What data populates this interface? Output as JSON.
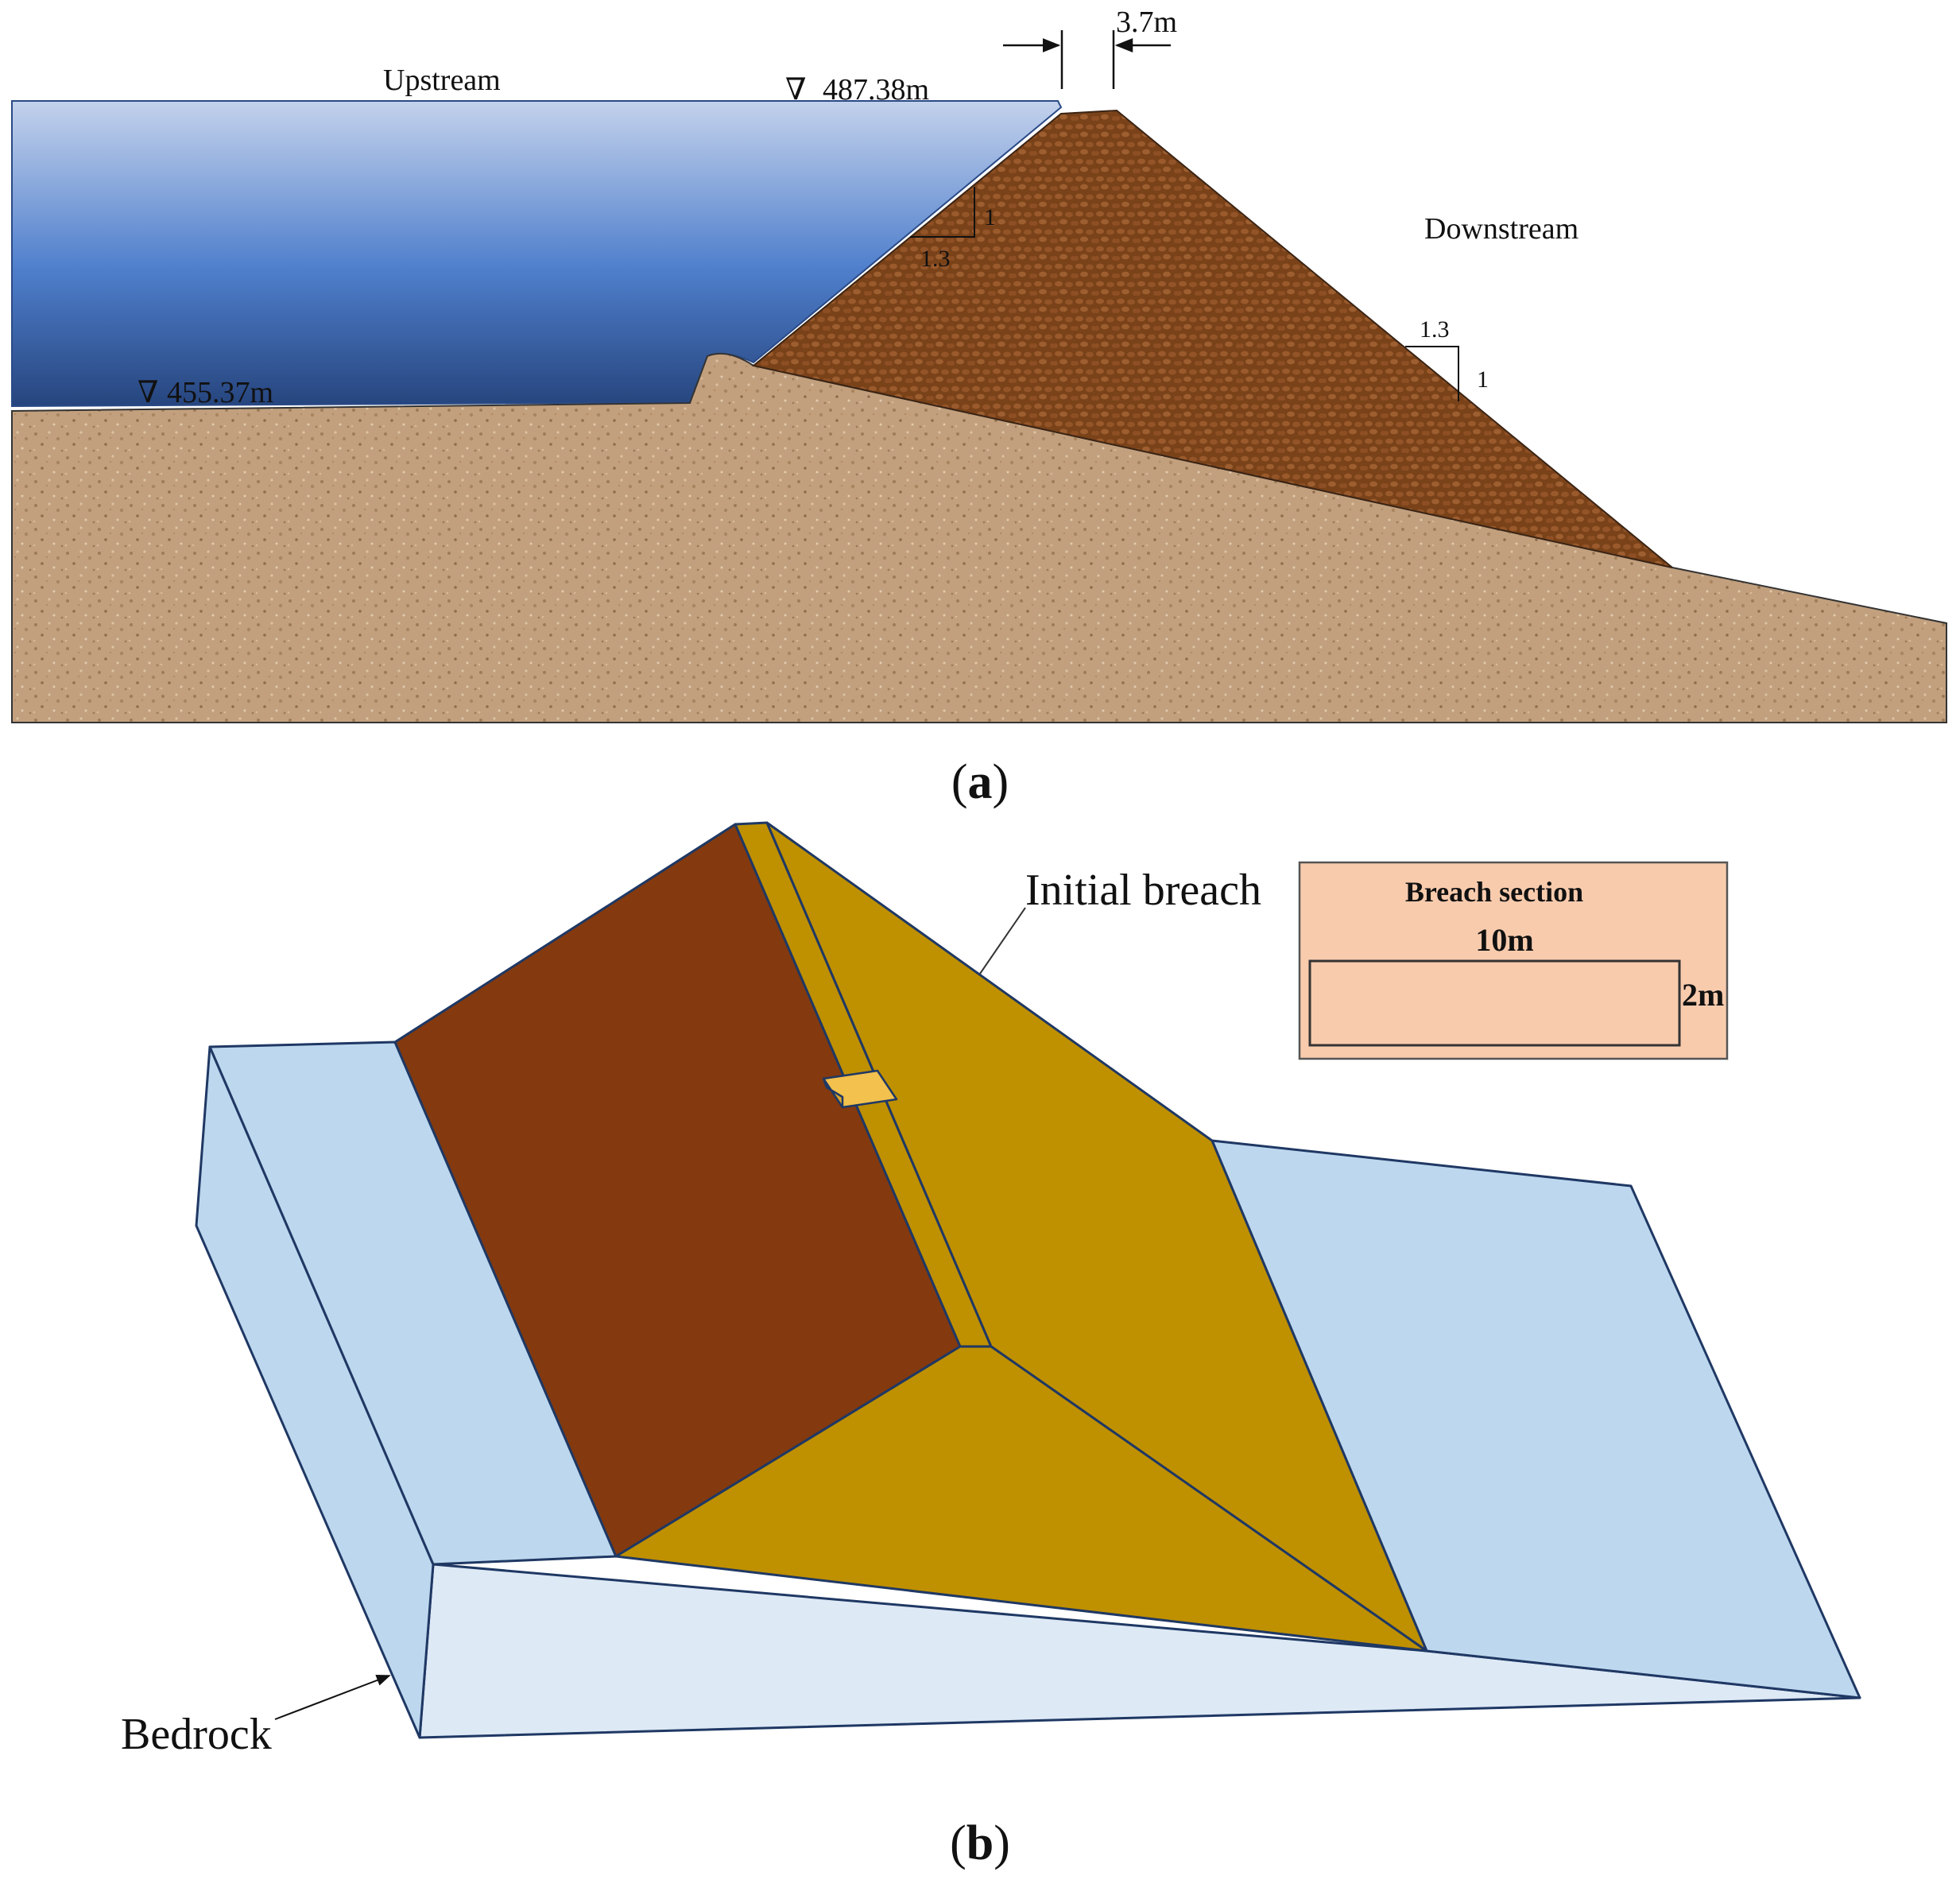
{
  "panel_a": {
    "upstream_label": "Upstream",
    "downstream_label": "Downstream",
    "crest_width_label": "3.7m",
    "upstream_level_symbol": "∇",
    "upstream_level_label": "487.38m",
    "bed_level_symbol": "∇",
    "bed_level_label": "455.37m",
    "upstream_slope": {
      "horizontal": "1.3",
      "vertical": "1"
    },
    "downstream_slope": {
      "horizontal": "1.3",
      "vertical": "1"
    },
    "caption_open": "(",
    "caption_letter": "a",
    "caption_close": ")"
  },
  "panel_b": {
    "initial_breach_label": "Initial breach",
    "bedrock_label": "Bedrock",
    "breach_box": {
      "title": "Breach section",
      "width_label": "10m",
      "depth_label": "2m"
    },
    "caption_open": "(",
    "caption_letter": "b",
    "caption_close": ")"
  },
  "colors": {
    "water_top": "#c4d2ec",
    "water_mid": "#4f7fcc",
    "water_bottom": "#26457e",
    "dam_body": "#7a4219",
    "foundation": "#c2a07e",
    "bedrock_face": "#bdd7ee",
    "bedrock_light": "#dde9f5",
    "upstream_face": "#843a0e",
    "downstream_face": "#bf9000",
    "breach_box_fill": "#f8cbad",
    "outline": "#1f3864"
  }
}
